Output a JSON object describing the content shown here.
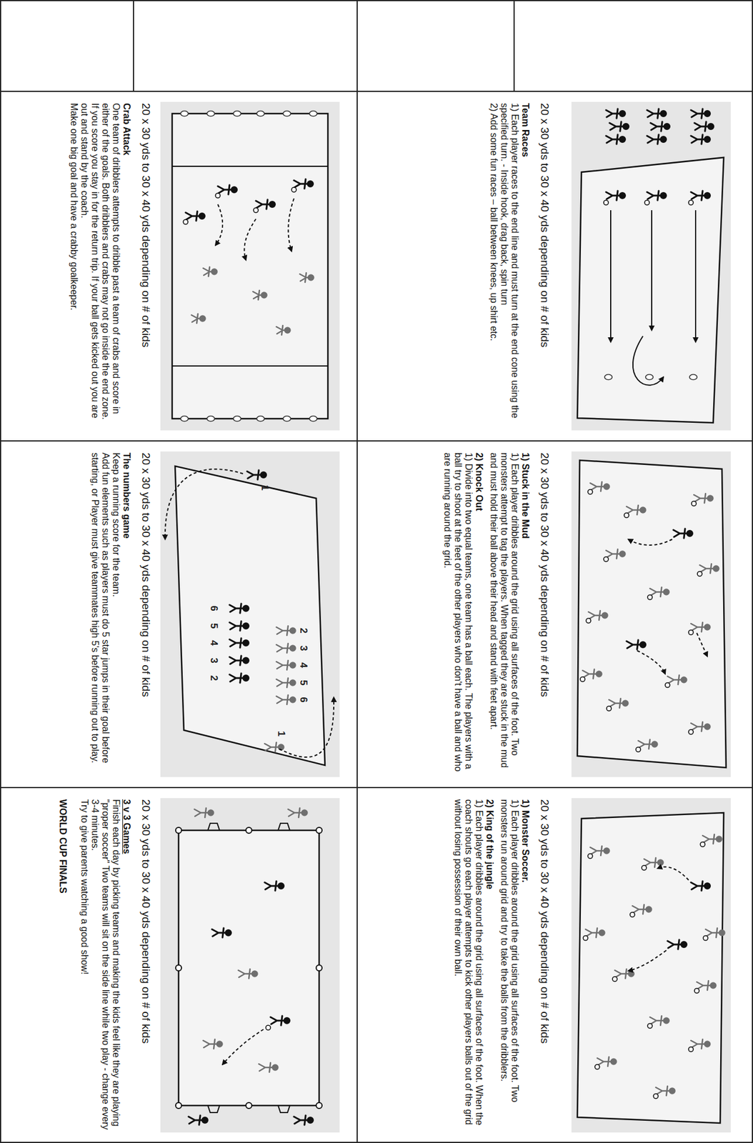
{
  "diagram": {
    "nodes": [
      {
        "text": [
          "20 x 30 yds to 30 x 40 yds depending on # of kids",
          "Team Races",
          "1) Each player races to the end line and must turn at the end cone using the specified turn. - Inside hook, drag back, spin turn",
          "2) Add some fun races – ball between knees, up shirt etc."
        ]
      },
      {
        "text": [
          "20 x 30 yds to 30 x 40 yds depending on # of kids",
          "1) Stuck in the Mud",
          "1) Each player dribbles around the grid using all surfaces of the foot. Two monsters attempt to tag the players. When tagged they are stuck in the mud and must hold their ball above their head and stand with feet apart.",
          "2) Knock Out",
          "1) Divide into two equal teams, one team has a ball each. The players with a ball try to shoot at the feet of the other players who don't have a ball and who are running around the grid."
        ]
      },
      {
        "text": [
          "20 x 30 yds to 30 x 40 yds depending on # of kids",
          "1) Monster Soccer.",
          "1) Each player dribbles around the grid using all surfaces of the foot. Two monsters run around grid and try to take the balls from the dribblers.",
          "2) King of the jungle",
          "1) Each player dribbles around the grid using all surfaces of the foot. When the coach shouts go each player attempts to kick other players balls out of the grid without losing possession of their own ball."
        ]
      },
      {
        "text": [
          "20 x 30 yds to 30 x 40 yds depending on # of kids",
          "Crab Attack",
          "One team of dribblers attempts to dribble past a team of crabs and score in either of the goals. Both dribblers and crabs may not go inside the end zone.",
          "If you score you stay in for the return trip. If your ball gets kicked out you are out and stand by the coach.",
          "Make one big goal and have a crabby goalkeeper."
        ]
      },
      {
        "text": [
          "20 x 30 yds to 30 x 40 yds depending on # of kids",
          "The numbers game",
          "Keep a running score for the team.",
          "Add fun elements such as players must do 5 star jumps in their goal before starting, or Player must give teammates high 5's before running out to play."
        ]
      },
      {
        "text": [
          "20 x 30 yds to 30 x 40 yds depending on # of kids",
          "3 v 3 Games",
          "Finish each day by picking teams and making the kids feel like they are playing \"proper soccer\" Two teams will sit on the side line while two play - change every 3-4 minutes.",
          "Try to give parents watching a good show!",
          "WORLD CUP FINALS"
        ]
      }
    ],
    "labels": [
      "2",
      "3",
      "4",
      "5",
      "6",
      "6",
      "5",
      "4",
      "3",
      "2",
      "1",
      "1"
    ]
  }
}
